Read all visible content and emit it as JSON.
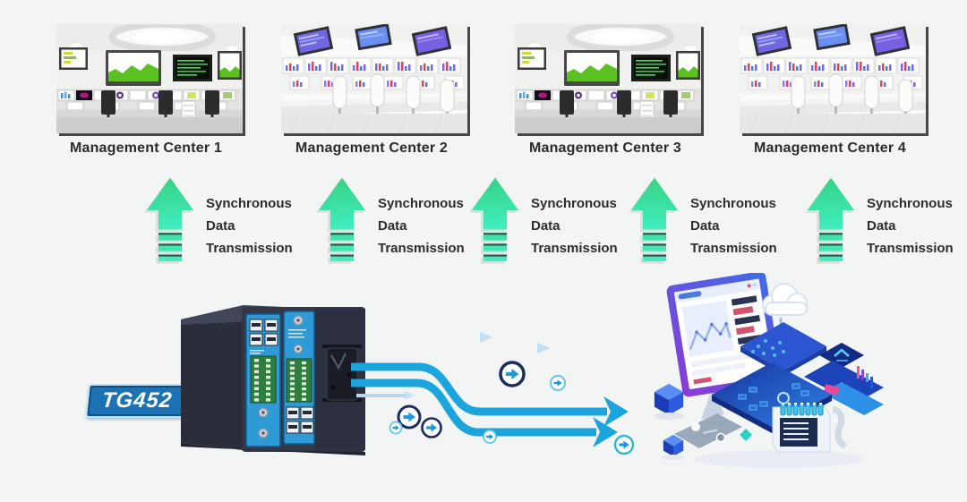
{
  "page": {
    "background_color": "#f3f4f4"
  },
  "management_centers": {
    "items": [
      {
        "label": "Management Center 1",
        "room_style": "dome"
      },
      {
        "label": "Management Center 2",
        "room_style": "bright"
      },
      {
        "label": "Management Center 3",
        "room_style": "dome"
      },
      {
        "label": "Management Center 4",
        "room_style": "bright"
      }
    ]
  },
  "sync_arrows": {
    "count": 5,
    "label_lines": [
      "Synchronous",
      "Data",
      "Transmission"
    ],
    "arrow_color_top": "#35d283",
    "arrow_color_bottom": "#41eec0"
  },
  "device": {
    "model_badge": "TG452",
    "badge_color": "#1b72b4",
    "panel_color": "#2e9bd6"
  },
  "flows": {
    "stream_color": "#1ca4dc",
    "fade_arrow_color": "#14366b"
  },
  "illustration": {
    "description": "cloud-platform-isometric"
  }
}
